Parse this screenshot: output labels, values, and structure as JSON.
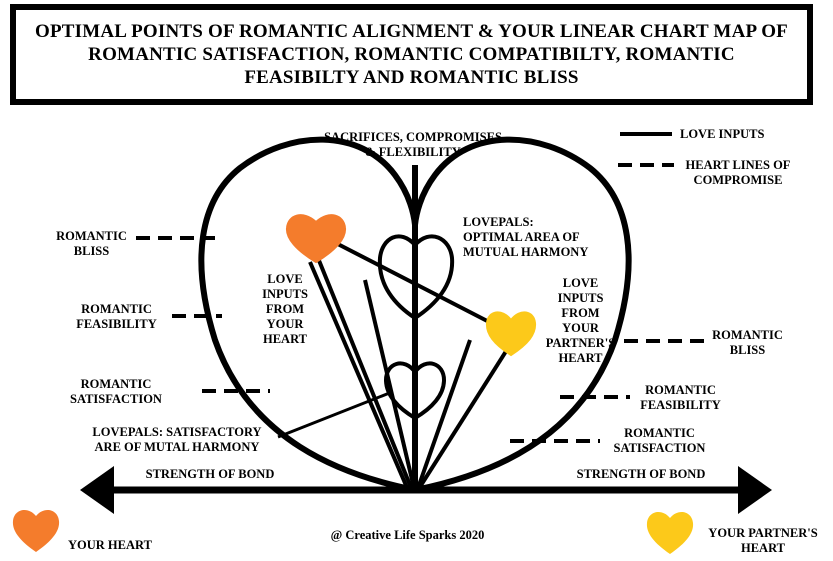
{
  "title": "OPTIMAL POINTS OF ROMANTIC ALIGNMENT & YOUR LINEAR CHART MAP OF ROMANTIC SATISFACTION, ROMANTIC COMPATIBILTY, ROMANTIC FEASIBILTY AND ROMANTIC BLISS",
  "top_axis_label": "SACRIFICES, COMPROMISES\n& FLEXIBILITY",
  "legend": {
    "solid_label": "LOVE INPUTS",
    "dashed_label": "HEART LINES OF\nCOMPROMISE"
  },
  "left_levels": {
    "bliss": "ROMANTIC\nBLISS",
    "feasibility": "ROMANTIC\nFEASIBILITY",
    "satisfaction": "ROMANTIC\nSATISFACTION"
  },
  "right_levels": {
    "bliss": "ROMANTIC\nBLISS",
    "feasibility": "ROMANTIC\nFEASIBILITY",
    "satisfaction": "ROMANTIC\nSATISFACTION"
  },
  "lovepals_optimal": "LOVEPALS:\nOPTIMAL AREA OF\nMUTUAL HARMONY",
  "lovepals_satisfactory": "LOVEPALS: SATISFACTORY\nARE OF MUTAL HARMONY",
  "love_inputs_yours": "LOVE\nINPUTS\nFROM\nYOUR\nHEART",
  "love_inputs_partner": "LOVE\nINPUTS\nFROM\nYOUR\nPARTNER'S\nHEART",
  "bond_left": "STRENGTH OF BOND",
  "bond_right": "STRENGTH OF BOND",
  "credit": "@ Creative Life Sparks 2020",
  "key": {
    "your_heart": "YOUR HEART",
    "partner_heart": "YOUR PARTNER'S\nHEART"
  },
  "colors": {
    "your_heart": "#f47c2c",
    "partner_heart": "#fcc91a",
    "ink": "#000000"
  }
}
